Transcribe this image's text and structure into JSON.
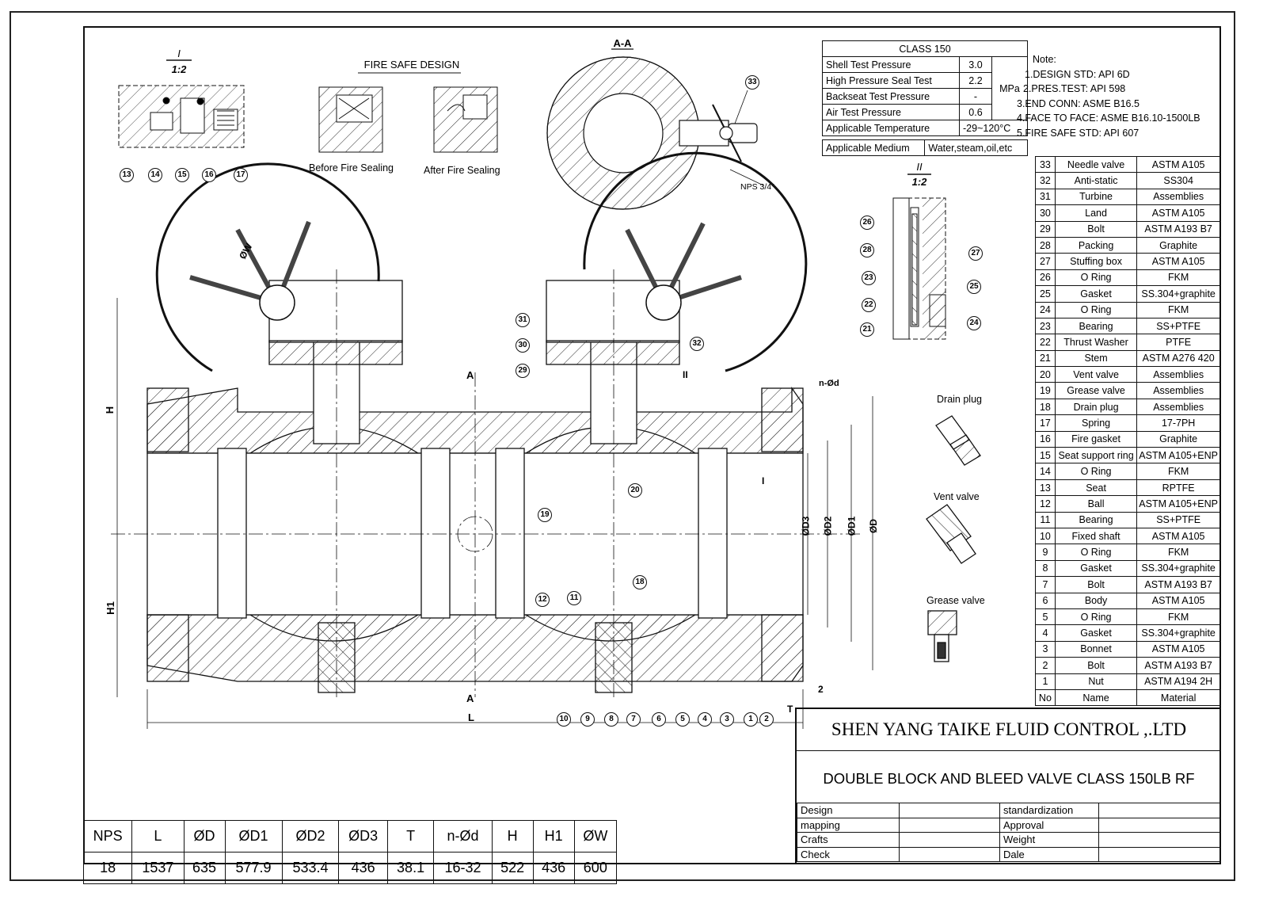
{
  "drawing": {
    "company": "SHEN YANG TAIKE FLUID CONTROL ,.LTD",
    "title": "DOUBLE BLOCK AND BLEED VALVE CLASS 150LB RF",
    "fire_safe_design": "FIRE SAFE DESIGN",
    "before_fire_sealing": "Before Fire Sealing",
    "after_fire_sealing": "After Fire Sealing",
    "section_aa": "A-A",
    "section_mark": "A",
    "detail_i": "I",
    "detail_i_scale": "1:2",
    "detail_ii": "II",
    "detail_ii_scale": "1:2",
    "nps_label": "NPS 3/4\"",
    "drain_plug": "Drain plug",
    "vent_valve": "Vent valve",
    "grease_valve": "Grease valve",
    "dim_labels": {
      "L": "L",
      "H": "H",
      "H1": "H1",
      "W": "ØW",
      "D": "ØD",
      "D1": "ØD1",
      "D2": "ØD2",
      "D3": "ØD3",
      "nd": "n-Ød",
      "T": "T",
      "two": "2"
    }
  },
  "pressure_test": {
    "header": "CLASS 150",
    "unit": "MPa",
    "rows": [
      {
        "label": "Shell Test Pressure",
        "value": "3.0"
      },
      {
        "label": "High Pressure Seal Test",
        "value": "2.2"
      },
      {
        "label": "Backseat Test Pressure",
        "value": "-"
      },
      {
        "label": "Air Test Pressure",
        "value": "0.6"
      }
    ],
    "temperature": {
      "label": "Applicable Temperature",
      "value": "-29~120°C"
    },
    "medium": {
      "label": "Applicable Medium",
      "value": "Water,steam,oil,etc"
    }
  },
  "notes": {
    "title": "Note:",
    "items": [
      "1.DESIGN STD: API 6D",
      "2.PRES.TEST: API 598",
      "3.END CONN: ASME B16.5",
      "4.FACE TO FACE: ASME B16.10-1500LB",
      "5.FIRE SAFE STD: API 607"
    ]
  },
  "parts": {
    "headers": {
      "no": "No",
      "name": "Name",
      "material": "Material"
    },
    "rows": [
      {
        "no": "33",
        "name": "Needle valve",
        "material": "ASTM A105"
      },
      {
        "no": "32",
        "name": "Anti-static",
        "material": "SS304"
      },
      {
        "no": "31",
        "name": "Turbine",
        "material": "Assemblies"
      },
      {
        "no": "30",
        "name": "Land",
        "material": "ASTM A105"
      },
      {
        "no": "29",
        "name": "Bolt",
        "material": "ASTM A193 B7"
      },
      {
        "no": "28",
        "name": "Packing",
        "material": "Graphite"
      },
      {
        "no": "27",
        "name": "Stuffing box",
        "material": "ASTM A105"
      },
      {
        "no": "26",
        "name": "O Ring",
        "material": "FKM"
      },
      {
        "no": "25",
        "name": "Gasket",
        "material": "SS.304+graphite"
      },
      {
        "no": "24",
        "name": "O Ring",
        "material": "FKM"
      },
      {
        "no": "23",
        "name": "Bearing",
        "material": "SS+PTFE"
      },
      {
        "no": "22",
        "name": "Thrust Washer",
        "material": "PTFE"
      },
      {
        "no": "21",
        "name": "Stem",
        "material": "ASTM A276 420"
      },
      {
        "no": "20",
        "name": "Vent valve",
        "material": "Assemblies"
      },
      {
        "no": "19",
        "name": "Grease valve",
        "material": "Assemblies"
      },
      {
        "no": "18",
        "name": "Drain plug",
        "material": "Assemblies"
      },
      {
        "no": "17",
        "name": "Spring",
        "material": "17-7PH"
      },
      {
        "no": "16",
        "name": "Fire gasket",
        "material": "Graphite"
      },
      {
        "no": "15",
        "name": "Seat support ring",
        "material": "ASTM A105+ENP"
      },
      {
        "no": "14",
        "name": "O Ring",
        "material": "FKM"
      },
      {
        "no": "13",
        "name": "Seat",
        "material": "RPTFE"
      },
      {
        "no": "12",
        "name": "Ball",
        "material": "ASTM A105+ENP"
      },
      {
        "no": "11",
        "name": "Bearing",
        "material": "SS+PTFE"
      },
      {
        "no": "10",
        "name": "Fixed shaft",
        "material": "ASTM A105"
      },
      {
        "no": "9",
        "name": "O Ring",
        "material": "FKM"
      },
      {
        "no": "8",
        "name": "Gasket",
        "material": "SS.304+graphite"
      },
      {
        "no": "7",
        "name": "Bolt",
        "material": "ASTM A193 B7"
      },
      {
        "no": "6",
        "name": "Body",
        "material": "ASTM A105"
      },
      {
        "no": "5",
        "name": "O Ring",
        "material": "FKM"
      },
      {
        "no": "4",
        "name": "Gasket",
        "material": "SS.304+graphite"
      },
      {
        "no": "3",
        "name": "Bonnet",
        "material": "ASTM A105"
      },
      {
        "no": "2",
        "name": "Bolt",
        "material": "ASTM A193 B7"
      },
      {
        "no": "1",
        "name": "Nut",
        "material": "ASTM A194 2H"
      }
    ]
  },
  "dimensions": {
    "headers": [
      "NPS",
      "L",
      "ØD",
      "ØD1",
      "ØD2",
      "ØD3",
      "T",
      "n-Ød",
      "H",
      "H1",
      "ØW"
    ],
    "values": [
      "18",
      "1537",
      "635",
      "577.9",
      "533.4",
      "436",
      "38.1",
      "16-32",
      "522",
      "436",
      "600"
    ]
  },
  "signoff": {
    "left": [
      "Design",
      "mapping",
      "Crafts",
      "Check"
    ],
    "right": [
      "standardization",
      "Approval",
      "Weight",
      "Dale"
    ]
  },
  "balloons": {
    "top_detail": [
      "13",
      "14",
      "15",
      "16",
      "17"
    ],
    "section": [
      "33"
    ],
    "stem_detail": [
      "26",
      "28",
      "23",
      "22",
      "21",
      "27",
      "25",
      "24"
    ],
    "main_upper": [
      "31",
      "30",
      "29",
      "32",
      "20"
    ],
    "main_middle": [
      "19",
      "18",
      "12",
      "11"
    ],
    "main_bottom": [
      "10",
      "9",
      "8",
      "7",
      "6",
      "5",
      "4",
      "3",
      "1",
      "2"
    ]
  }
}
